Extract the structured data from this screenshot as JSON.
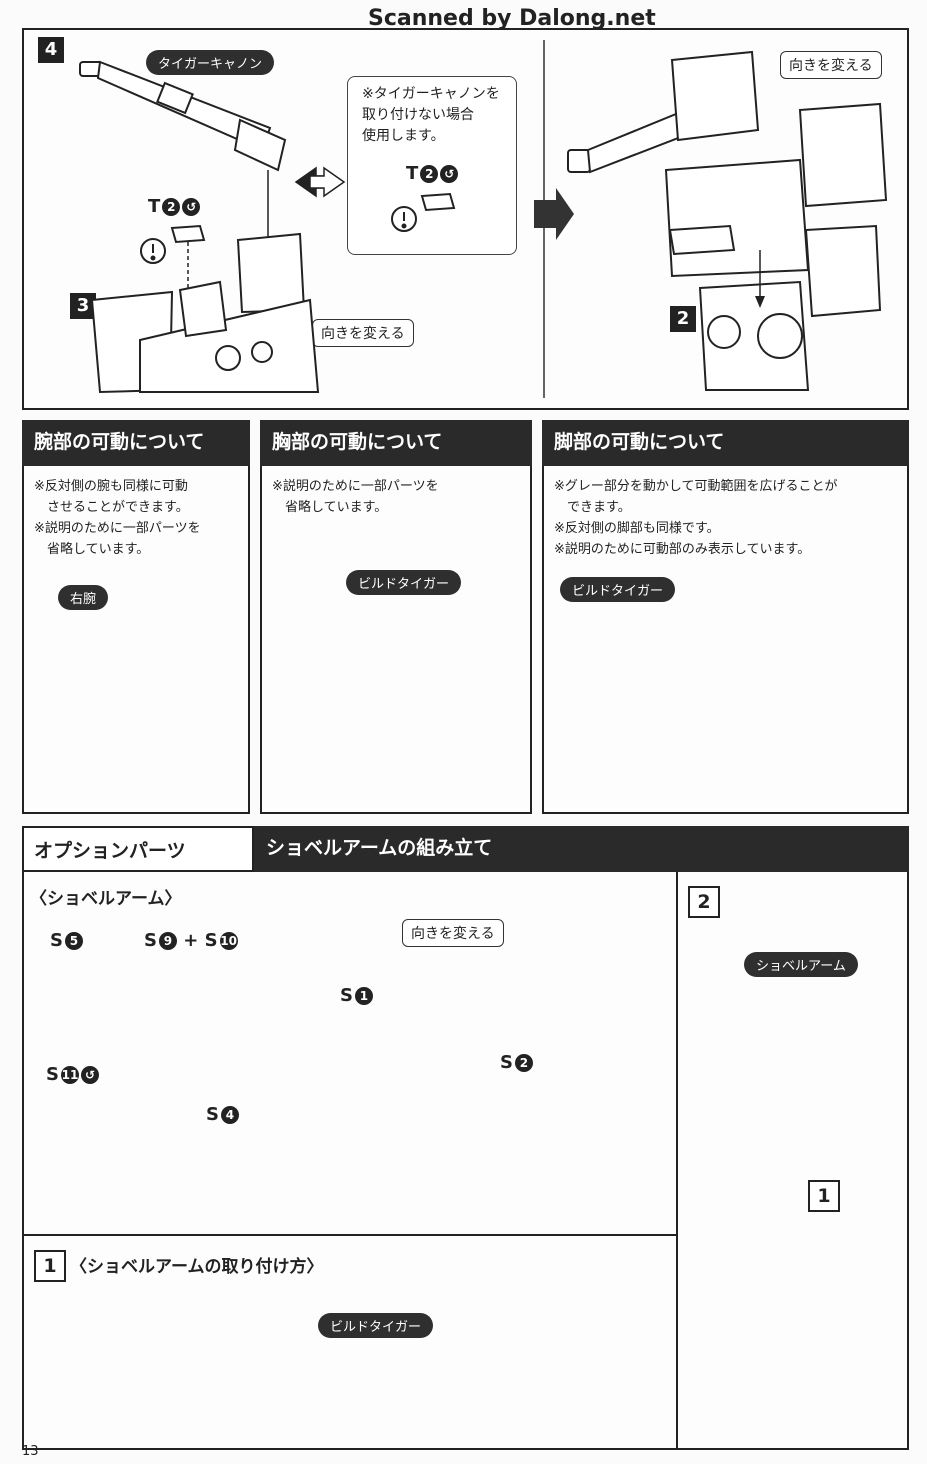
{
  "watermark": "Scanned by Dalong.net",
  "page_number": "13",
  "section_top": {
    "step4": "4",
    "step3": "3",
    "step2": "2",
    "tiger_cannon": "タイガーキャノン",
    "note_lines": "※タイガーキャノンを\n取り付けない場合\n使用します。",
    "part_t2_a": "T",
    "part_t2_b": "T",
    "part_t2_num": "2",
    "change_dir_left": "向きを変える",
    "change_dir_right": "向きを変える"
  },
  "arm_box": {
    "title": "腕部の可動について",
    "notes": "※反対側の腕も同様に可動\n　させることができます。\n※説明のために一部パーツを\n　省略しています。",
    "label": "右腕"
  },
  "chest_box": {
    "title": "胸部の可動について",
    "notes": "※説明のために一部パーツを\n　省略しています。",
    "label": "ビルドタイガー"
  },
  "leg_box": {
    "title": "脚部の可動について",
    "notes": "※グレー部分を動かして可動範囲を広げることが\n　できます。\n※反対側の脚部も同様です。\n※説明のために可動部のみ表示しています。",
    "label": "ビルドタイガー"
  },
  "option": {
    "tab": "オプションパーツ",
    "title": "ショベルアームの組み立て",
    "sub": "〈ショベルアーム〉",
    "s5": "S",
    "s5n": "5",
    "s9": "S",
    "s9n": "9",
    "plus": "+",
    "s10": "S",
    "s10n": "10",
    "s11": "S",
    "s11n": "11",
    "s4": "S",
    "s4n": "4",
    "s1": "S",
    "s1n": "1",
    "s2": "S",
    "s2n": "2",
    "change_dir": "向きを変える",
    "step2": "2",
    "shovel_label": "ショベルアーム",
    "step1_in2": "1",
    "step1": "1",
    "attach_title": "〈ショベルアームの取り付け方〉",
    "build_tiger": "ビルドタイガー"
  }
}
